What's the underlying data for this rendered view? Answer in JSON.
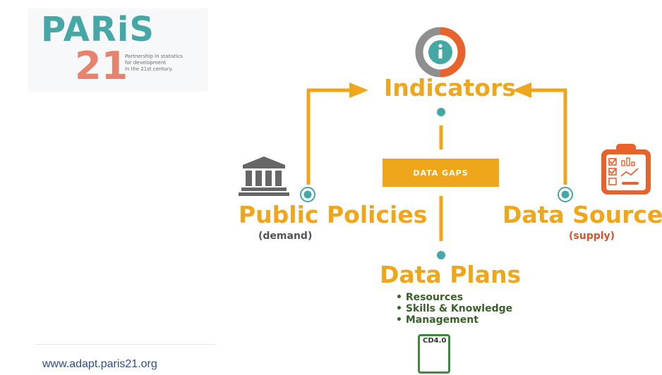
{
  "logo": {
    "name": "PARiS",
    "number": "21",
    "tagline_1": "Partnership in statistics",
    "tagline_2": "for development",
    "tagline_3": "in the 21st century."
  },
  "website": "www.adapt.paris21.org",
  "diagram": {
    "top_node": "Indicators",
    "left_node": "Public Policies",
    "left_sub": "(demand)",
    "right_node": "Data Sources",
    "right_sub": "(supply)",
    "bottom_node": "Data Plans",
    "center_box": "DATA GAPS",
    "bullets": [
      "Resources",
      "Skills & Knowledge",
      "Management"
    ],
    "badge": "CD4.0"
  },
  "icons": {
    "top": "info-icon",
    "left": "government-building-icon",
    "right": "clipboard-chart-icon",
    "bottom": "cd40-bar-chart-icon"
  },
  "colors": {
    "accent": "#f0a61b",
    "teal": "#45a8a6",
    "orange": "#e8632b",
    "gray": "#555555",
    "green": "#3d8a3c"
  }
}
